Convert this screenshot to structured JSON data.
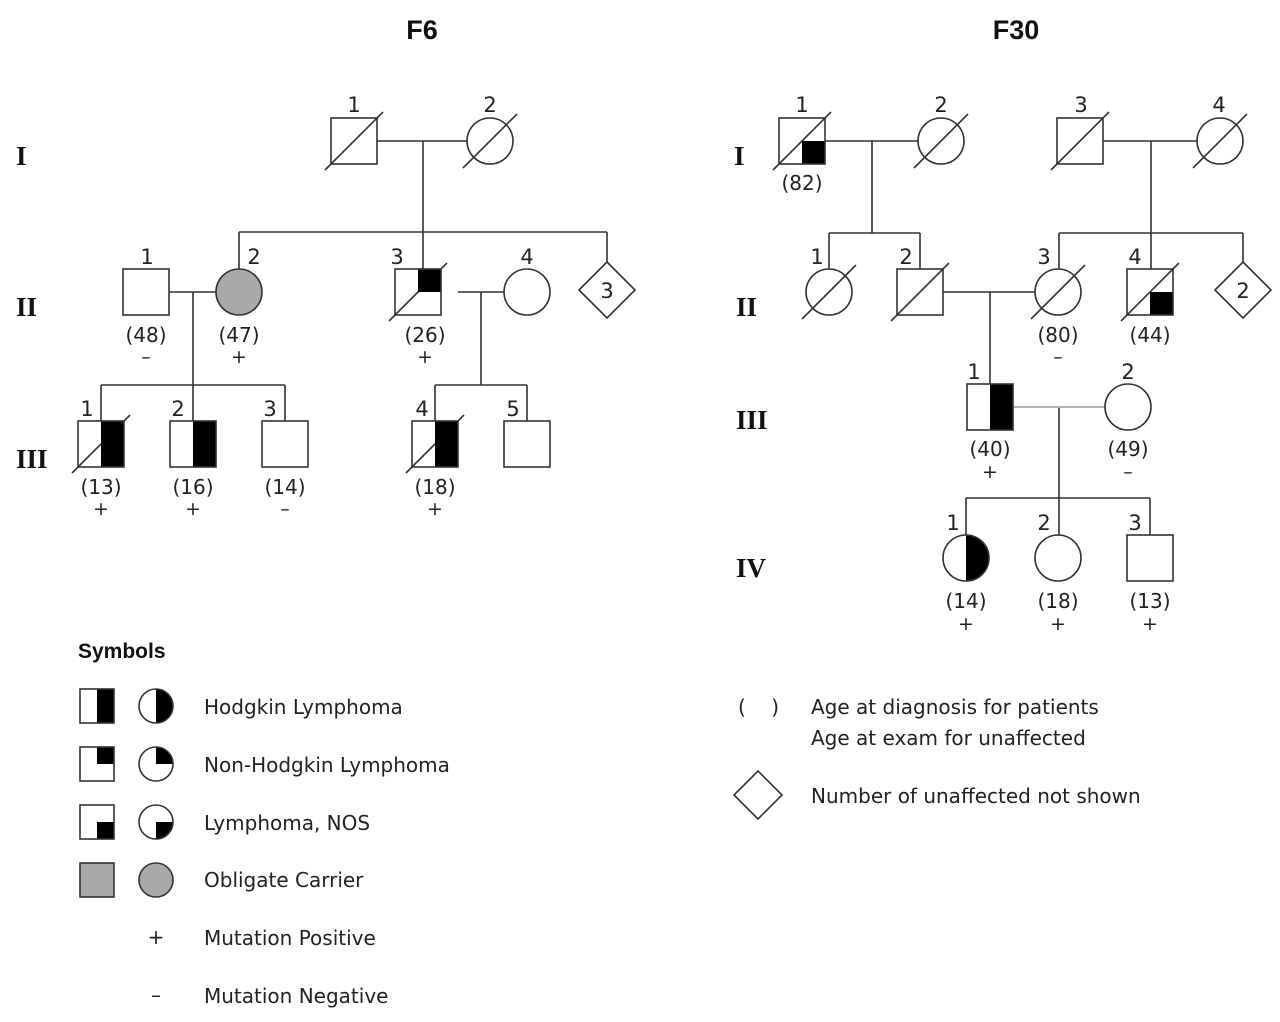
{
  "pedigrees": [
    {
      "id": "F6",
      "title": "F6",
      "generations": [
        "I",
        "II",
        "III"
      ],
      "individuals": [
        {
          "id": "F6-I-1",
          "number": "1",
          "sex": "male",
          "phenotype": "unaffected",
          "deceased": true,
          "age": "",
          "mutation": ""
        },
        {
          "id": "F6-I-2",
          "number": "2",
          "sex": "female",
          "phenotype": "unaffected",
          "deceased": true,
          "age": "",
          "mutation": ""
        },
        {
          "id": "F6-II-1",
          "number": "1",
          "sex": "male",
          "phenotype": "unaffected",
          "deceased": false,
          "age": "(48)",
          "mutation": "–"
        },
        {
          "id": "F6-II-2",
          "number": "2",
          "sex": "female",
          "phenotype": "obligate-carrier",
          "deceased": false,
          "age": "(47)",
          "mutation": "+"
        },
        {
          "id": "F6-II-3",
          "number": "3",
          "sex": "male",
          "phenotype": "non-hodgkin-lymphoma",
          "deceased": true,
          "age": "(26)",
          "mutation": "+"
        },
        {
          "id": "F6-II-4",
          "number": "4",
          "sex": "female",
          "phenotype": "unaffected",
          "deceased": false,
          "age": "",
          "mutation": ""
        },
        {
          "id": "F6-II-unaffected-group",
          "number": "",
          "sex": "unknown-group",
          "count": "3",
          "phenotype": "unaffected",
          "deceased": false,
          "age": "",
          "mutation": ""
        },
        {
          "id": "F6-III-1",
          "number": "1",
          "sex": "male",
          "phenotype": "hodgkin-lymphoma",
          "deceased": true,
          "age": "(13)",
          "mutation": "+"
        },
        {
          "id": "F6-III-2",
          "number": "2",
          "sex": "male",
          "phenotype": "hodgkin-lymphoma",
          "deceased": false,
          "age": "(16)",
          "mutation": "+"
        },
        {
          "id": "F6-III-3",
          "number": "3",
          "sex": "male",
          "phenotype": "unaffected",
          "deceased": false,
          "age": "(14)",
          "mutation": "–"
        },
        {
          "id": "F6-III-4",
          "number": "4",
          "sex": "male",
          "phenotype": "hodgkin-lymphoma",
          "deceased": true,
          "age": "(18)",
          "mutation": "+"
        },
        {
          "id": "F6-III-5",
          "number": "5",
          "sex": "male",
          "phenotype": "unaffected",
          "deceased": false,
          "age": "",
          "mutation": ""
        }
      ]
    },
    {
      "id": "F30",
      "title": "F30",
      "generations": [
        "I",
        "II",
        "III",
        "IV"
      ],
      "individuals": [
        {
          "id": "F30-I-1",
          "number": "1",
          "sex": "male",
          "phenotype": "lymphoma-nos",
          "deceased": true,
          "age": "(82)",
          "mutation": ""
        },
        {
          "id": "F30-I-2",
          "number": "2",
          "sex": "female",
          "phenotype": "unaffected",
          "deceased": true,
          "age": "",
          "mutation": ""
        },
        {
          "id": "F30-I-3",
          "number": "3",
          "sex": "male",
          "phenotype": "unaffected",
          "deceased": true,
          "age": "",
          "mutation": ""
        },
        {
          "id": "F30-I-4",
          "number": "4",
          "sex": "female",
          "phenotype": "unaffected",
          "deceased": true,
          "age": "",
          "mutation": ""
        },
        {
          "id": "F30-II-1",
          "number": "1",
          "sex": "female",
          "phenotype": "unaffected",
          "deceased": true,
          "age": "",
          "mutation": ""
        },
        {
          "id": "F30-II-2",
          "number": "2",
          "sex": "male",
          "phenotype": "unaffected",
          "deceased": true,
          "age": "",
          "mutation": ""
        },
        {
          "id": "F30-II-3",
          "number": "3",
          "sex": "female",
          "phenotype": "unaffected",
          "deceased": true,
          "age": "(80)",
          "mutation": "–"
        },
        {
          "id": "F30-II-4",
          "number": "4",
          "sex": "male",
          "phenotype": "lymphoma-nos",
          "deceased": true,
          "age": "(44)",
          "mutation": ""
        },
        {
          "id": "F30-II-unaffected-group",
          "number": "",
          "sex": "unknown-group",
          "count": "2",
          "phenotype": "unaffected",
          "deceased": false,
          "age": "",
          "mutation": ""
        },
        {
          "id": "F30-III-1",
          "number": "1",
          "sex": "male",
          "phenotype": "hodgkin-lymphoma",
          "deceased": false,
          "age": "(40)",
          "mutation": "+"
        },
        {
          "id": "F30-III-2",
          "number": "2",
          "sex": "female",
          "phenotype": "unaffected",
          "deceased": false,
          "age": "(49)",
          "mutation": "–"
        },
        {
          "id": "F30-IV-1",
          "number": "1",
          "sex": "female",
          "phenotype": "hodgkin-lymphoma",
          "deceased": false,
          "age": "(14)",
          "mutation": "+"
        },
        {
          "id": "F30-IV-2",
          "number": "2",
          "sex": "female",
          "phenotype": "unaffected",
          "deceased": false,
          "age": "(18)",
          "mutation": "+"
        },
        {
          "id": "F30-IV-3",
          "number": "3",
          "sex": "male",
          "phenotype": "unaffected",
          "deceased": false,
          "age": "(13)",
          "mutation": "+"
        }
      ]
    }
  ],
  "legend": {
    "title": "Symbols",
    "items": [
      {
        "key": "hodgkin-lymphoma",
        "label": "Hodgkin Lymphoma"
      },
      {
        "key": "non-hodgkin-lymphoma",
        "label": "Non-Hodgkin Lymphoma"
      },
      {
        "key": "lymphoma-nos",
        "label": "Lymphoma, NOS"
      },
      {
        "key": "obligate-carrier",
        "label": "Obligate Carrier"
      },
      {
        "key": "mutation-positive",
        "symbol": "+",
        "label": "Mutation Positive"
      },
      {
        "key": "mutation-negative",
        "symbol": "–",
        "label": "Mutation Negative"
      }
    ],
    "notes": [
      {
        "key": "age-parentheses",
        "symbol": "(    )",
        "lines": [
          "Age at diagnosis for patients",
          "Age at exam for unaffected"
        ]
      },
      {
        "key": "diamond",
        "label": "Number of unaffected not shown"
      }
    ]
  },
  "colors": {
    "affected": "#000000",
    "carrier": "#a9a9a9",
    "line": "#333333",
    "marriage_line_light": "#aaaaaa"
  }
}
